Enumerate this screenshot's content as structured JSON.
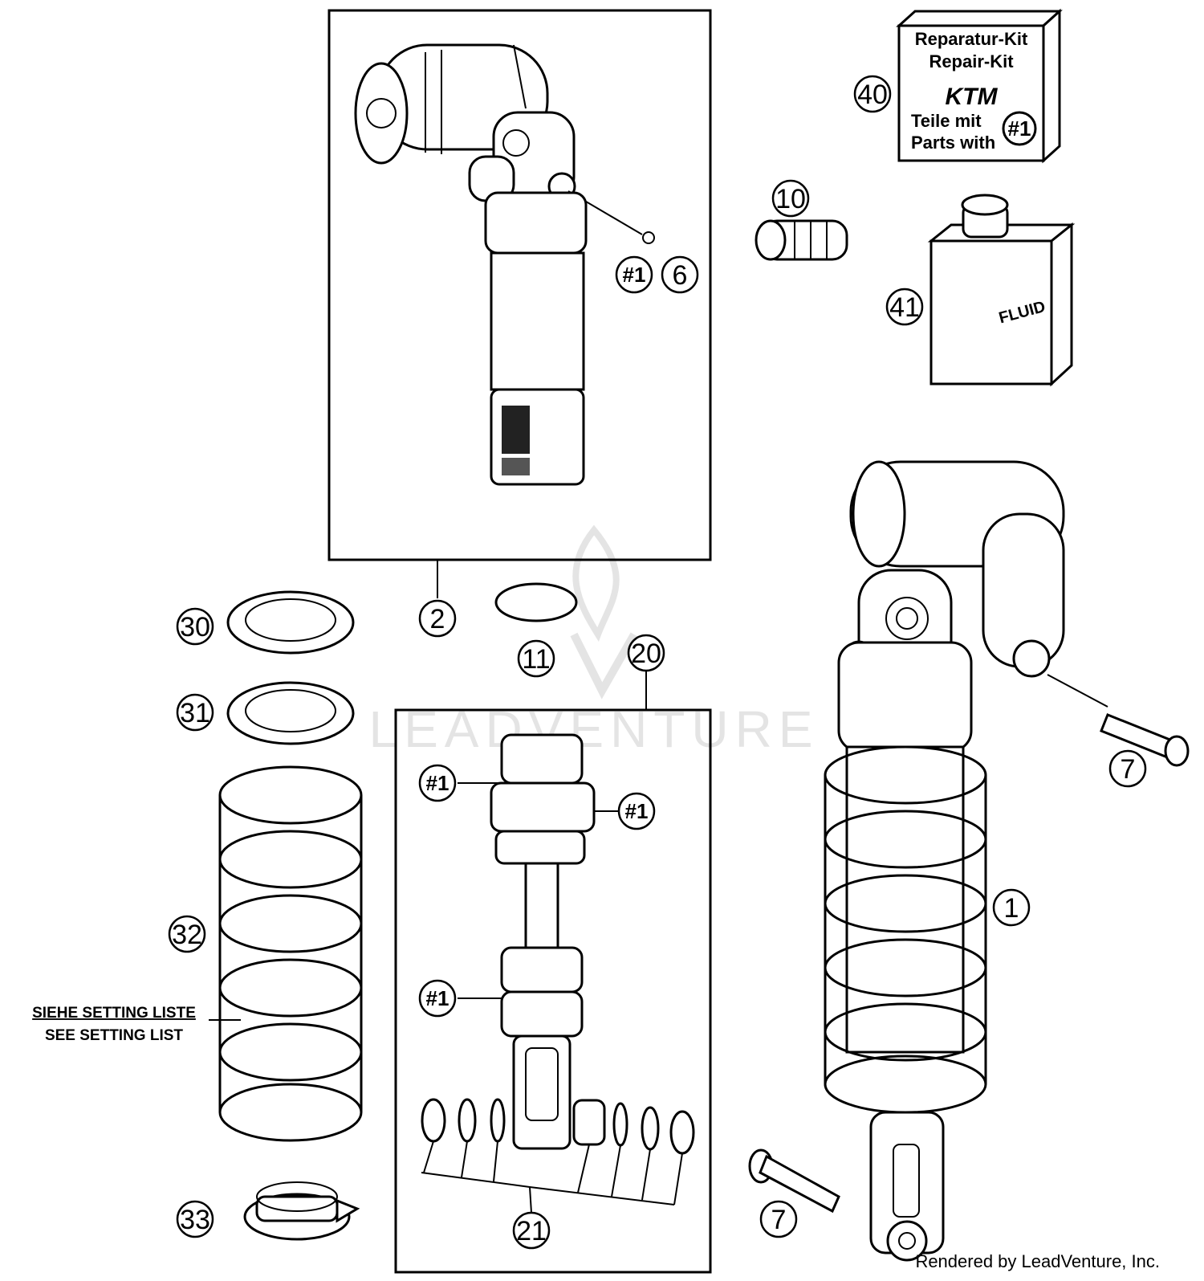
{
  "diagram": {
    "callouts": {
      "c1": "1",
      "c2": "2",
      "c6": "6",
      "c7a": "7",
      "c7b": "7",
      "c10": "10",
      "c11": "11",
      "c20": "20",
      "c21": "21",
      "c30": "30",
      "c31": "31",
      "c32": "32",
      "c33": "33",
      "c40": "40",
      "c41": "41"
    },
    "kit_refs": {
      "r1": "#1",
      "r2": "#1",
      "r3": "#1",
      "r4": "#1",
      "r5": "#1"
    },
    "repair_kit": {
      "line1": "Reparatur-Kit",
      "line2": "Repair-Kit",
      "logo": "KTM",
      "line3": "Teile mit",
      "line4": "Parts with",
      "ref": "#1"
    },
    "fluid_label": "FLUID",
    "spring_note": {
      "line1": "SIEHE SETTING LISTE",
      "line2": "SEE SETTING LIST"
    },
    "watermark": "LEADVENTURE",
    "footer": "Rendered by LeadVenture, Inc."
  }
}
